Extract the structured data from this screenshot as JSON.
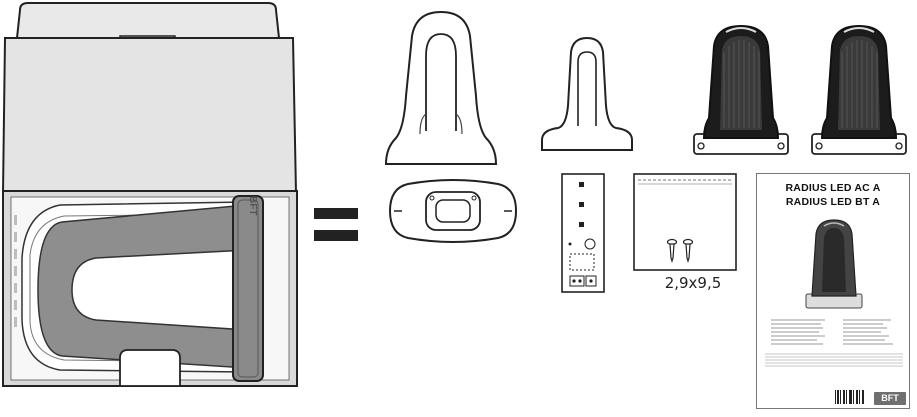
{
  "screw_size": "2,9x9,5",
  "manual": {
    "title_line1": "RADIUS LED AC A",
    "title_line2": "RADIUS LED BT A",
    "logo_text": "BFT"
  },
  "box_logo_text": "BFT",
  "equals_symbol": "="
}
